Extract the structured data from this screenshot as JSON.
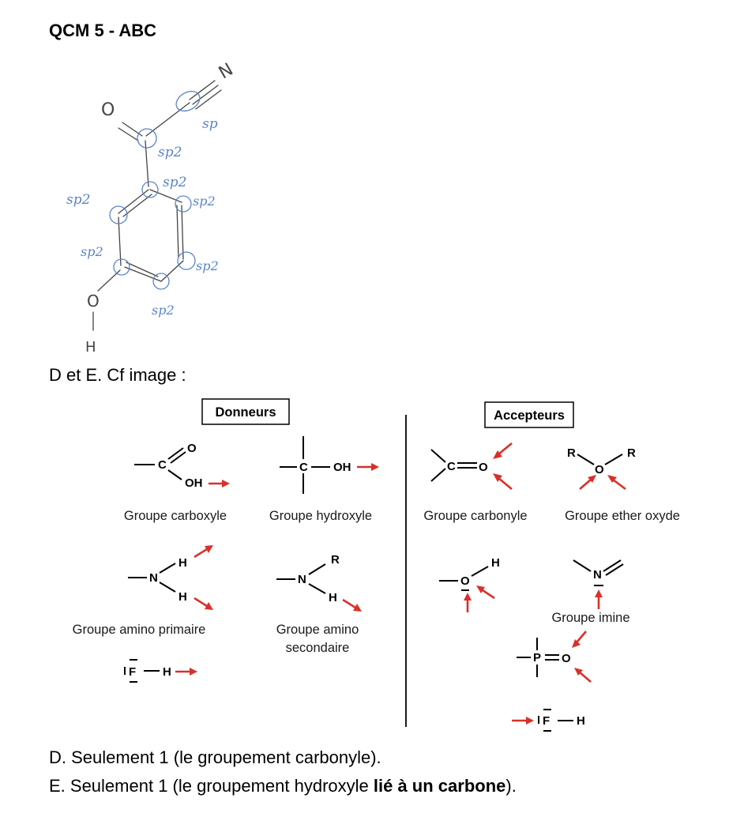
{
  "title": "QCM 5 - ABC",
  "intro": "D et E. Cf image :",
  "sketch": {
    "atoms": {
      "o": "O",
      "n": "N",
      "o2": "O",
      "h": "H"
    },
    "hybrid": {
      "sp": "sp",
      "sp2": "sp2"
    }
  },
  "figure": {
    "donneurs_title": "Donneurs",
    "accepteurs_title": "Accepteurs",
    "labels": {
      "carboxyle": "Groupe carboxyle",
      "hydroxyle": "Groupe hydroxyle",
      "carbonyle": "Groupe carbonyle",
      "ether": "Groupe ether oxyde",
      "amino_primaire": "Groupe amino primaire",
      "amino_secondaire_1": "Groupe amino",
      "amino_secondaire_2": "secondaire",
      "imine": "Groupe imine"
    },
    "atoms": {
      "O": "O",
      "OH": "OH",
      "C": "C",
      "N": "N",
      "H": "H",
      "R": "R",
      "F": "F",
      "P": "P"
    }
  },
  "answers": {
    "d": "D. Seulement 1 (le groupement carbonyle).",
    "e_prefix": "E. Seulement 1 (le groupement hydroxyle ",
    "e_bold": "lié à un carbone",
    "e_suffix": ")."
  }
}
